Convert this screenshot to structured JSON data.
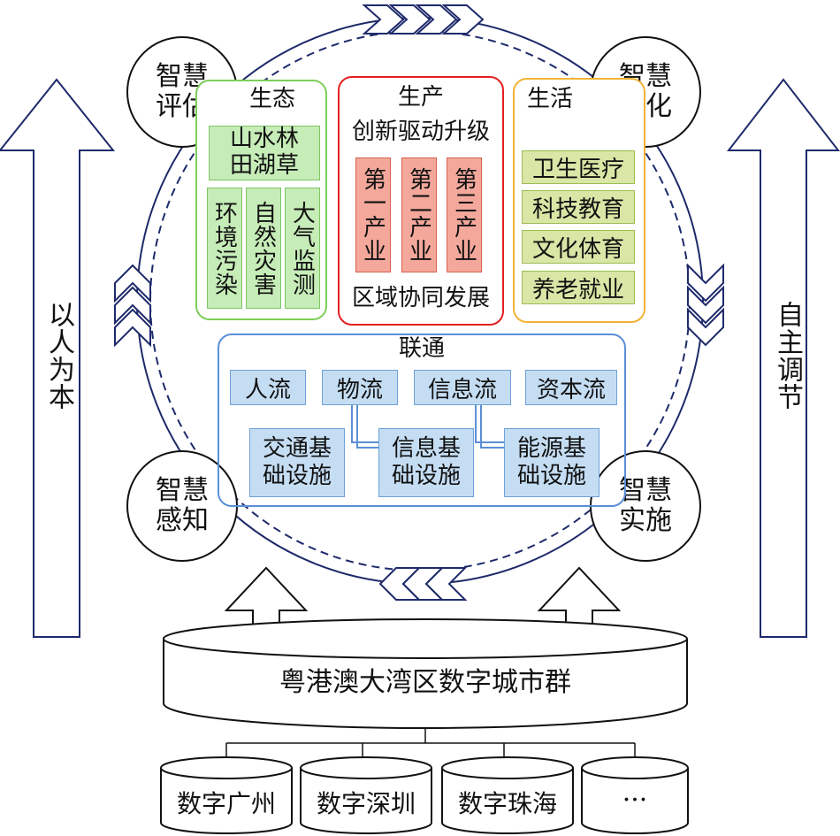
{
  "side_arrows": {
    "left": "以人为本",
    "right": "自主调节"
  },
  "nodes": {
    "top_left": "智慧\n评估",
    "top_right": "智慧\n优化",
    "bottom_left": "智慧\n感知",
    "bottom_right": "智慧\n实施"
  },
  "ecology": {
    "title": "生态",
    "header": "山水林\n田湖草",
    "columns": [
      "环境污染",
      "自然灾害",
      "大气监测"
    ]
  },
  "production": {
    "title": "生产",
    "subtitle": "创新驱动升级",
    "columns": [
      "第一产业",
      "第二产业",
      "第三产业"
    ],
    "footer": "区域协同发展"
  },
  "life": {
    "title": "生活",
    "items": [
      "卫生医疗",
      "科技教育",
      "文化体育",
      "养老就业"
    ]
  },
  "connectivity": {
    "title": "联通",
    "flows": [
      "人流",
      "物流",
      "信息流",
      "资本流"
    ],
    "infrastructure": [
      "交通基\n础设施",
      "信息基\n础设施",
      "能源基\n础设施"
    ]
  },
  "platform": "粤港澳大湾区数字城市群",
  "cities": [
    "数字广州",
    "数字深圳",
    "数字珠海",
    "···"
  ],
  "colors": {
    "navy": "#1f2a6b",
    "ecology_border": "#7dcf5a",
    "production_border": "#e32020",
    "life_border": "#f2b236",
    "connectivity_border": "#5b8fd6"
  }
}
